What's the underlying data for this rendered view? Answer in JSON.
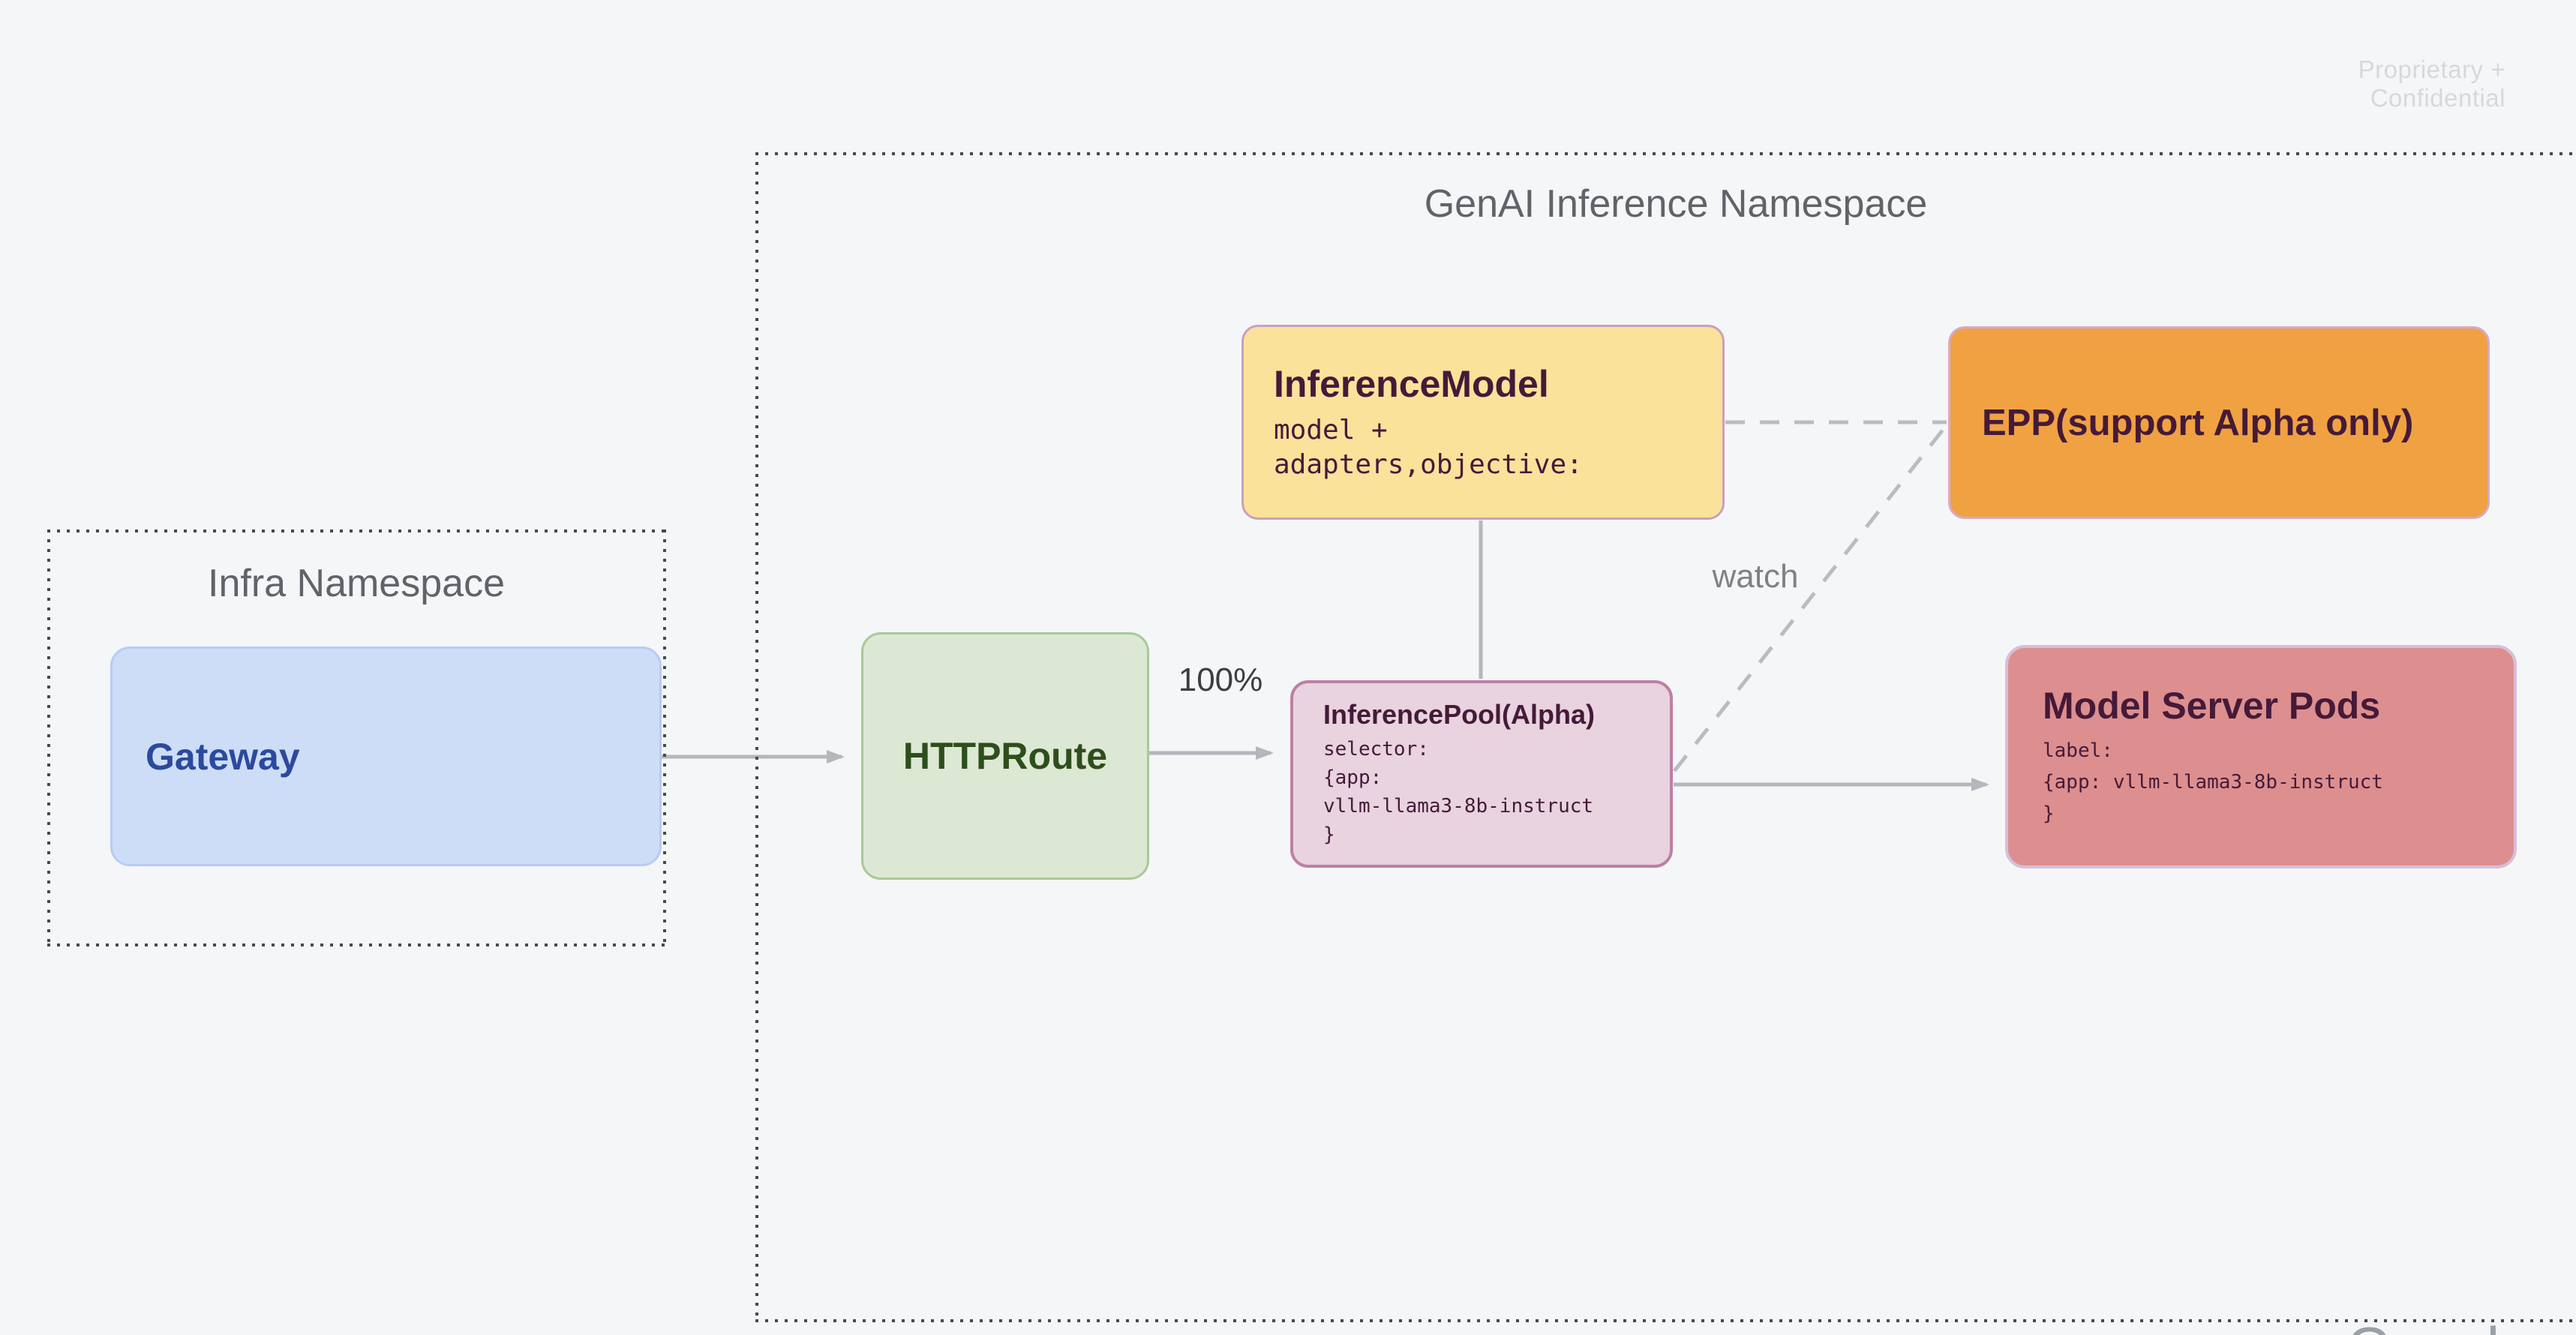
{
  "page": {
    "watermark": "Proprietary + Confidential",
    "partial_logo": "Google",
    "background": "#f5f6f8"
  },
  "namespaces": {
    "infra": {
      "title": "Infra Namespace"
    },
    "genai": {
      "title": "GenAI Inference Namespace"
    }
  },
  "nodes": {
    "gateway": {
      "title": "Gateway",
      "fill": "#cdddf8",
      "border": "#b7ccf4",
      "text_color": "#2b4a9d"
    },
    "httproute": {
      "title": "HTTPRoute",
      "fill": "#dce8d4",
      "border": "#a9c995",
      "text_color": "#2e4e1b"
    },
    "inference_model": {
      "title": "InferenceModel",
      "body": "model +\nadapters,objective:",
      "fill": "#fae29b",
      "border": "#c9a0bd",
      "text_color": "#451a38"
    },
    "epp": {
      "title": "EPP(support Alpha only)",
      "fill": "#f0a142",
      "border": "#d6abc8",
      "text_color": "#451a38"
    },
    "inference_pool": {
      "title": "InferencePool(Alpha)",
      "body": "selector:\n{app:\nvllm-llama3-8b-instruct\n}",
      "fill": "#e8d3de",
      "border": "#bc80a5",
      "text_color": "#451a38"
    },
    "model_server_pods": {
      "title": "Model Server Pods",
      "body": "label:\n{app: vllm-llama3-8b-instruct\n}",
      "fill": "#dd8f8f",
      "border": "#d7bfd9",
      "text_color": "#451a38"
    }
  },
  "edges": {
    "gateway_to_httproute": {
      "style": "solid-arrow"
    },
    "httproute_to_inference_pool": {
      "style": "solid-arrow",
      "label": "100%"
    },
    "inference_pool_to_model_server_pods": {
      "style": "solid-arrow"
    },
    "inference_model_to_inference_pool": {
      "style": "solid-line"
    },
    "inference_model_to_epp": {
      "style": "dashed-line"
    },
    "inference_pool_to_epp": {
      "style": "dashed-line",
      "label": "watch"
    },
    "traffic_split_label": "100%",
    "watch_label": "watch",
    "connector_color": "#b4b7bc",
    "dashed_color": "#b9bcc2"
  }
}
